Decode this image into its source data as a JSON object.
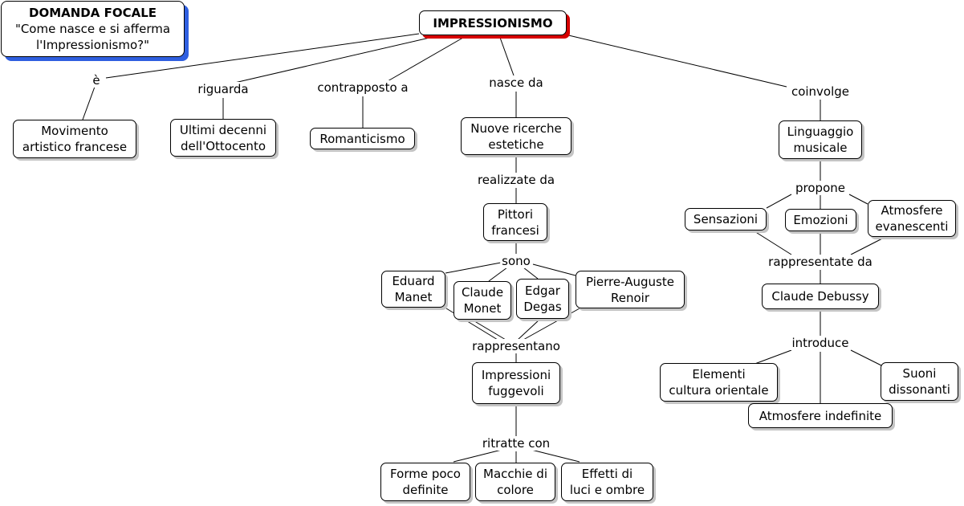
{
  "focal": {
    "title": "DOMANDA FOCALE",
    "line1": "\"Come nasce e si afferma",
    "line2": "l'Impressionismo?\""
  },
  "root": "IMPRESSIONISMO",
  "links": {
    "e": "è",
    "riguarda": "riguarda",
    "contrapposto": "contrapposto a",
    "nasce": "nasce da",
    "coinvolge": "coinvolge",
    "realizzate": "realizzate da",
    "sono": "sono",
    "rappresentano": "rappresentano",
    "ritratte": "ritratte con",
    "propone": "propone",
    "rappresentate": "rappresentate da",
    "introduce": "introduce"
  },
  "nodes": {
    "movimento": [
      "Movimento",
      "artistico francese"
    ],
    "ultimi": [
      "Ultimi decenni",
      "dell'Ottocento"
    ],
    "romanticismo": [
      "Romanticismo"
    ],
    "ricerche": [
      "Nuove ricerche",
      "estetiche"
    ],
    "pittori": [
      "Pittori",
      "francesi"
    ],
    "manet": [
      "Eduard",
      "Manet"
    ],
    "monet": [
      "Claude",
      "Monet"
    ],
    "degas": [
      "Edgar",
      "Degas"
    ],
    "renoir": [
      "Pierre-Auguste",
      "Renoir"
    ],
    "impressioni": [
      "Impressioni",
      "fuggevoli"
    ],
    "forme": [
      "Forme poco",
      "definite"
    ],
    "macchie": [
      "Macchie di",
      "colore"
    ],
    "effetti": [
      "Effetti di",
      "luci e ombre"
    ],
    "linguaggio": [
      "Linguaggio",
      "musicale"
    ],
    "sensazioni": [
      "Sensazioni"
    ],
    "emozioni": [
      "Emozioni"
    ],
    "evanescenti": [
      "Atmosfere",
      "evanescenti"
    ],
    "debussy": [
      "Claude Debussy"
    ],
    "orientale": [
      "Elementi",
      "cultura orientale"
    ],
    "dissonanti": [
      "Suoni",
      "dissonanti"
    ],
    "indefinite": [
      "Atmosfere indefinite"
    ]
  }
}
